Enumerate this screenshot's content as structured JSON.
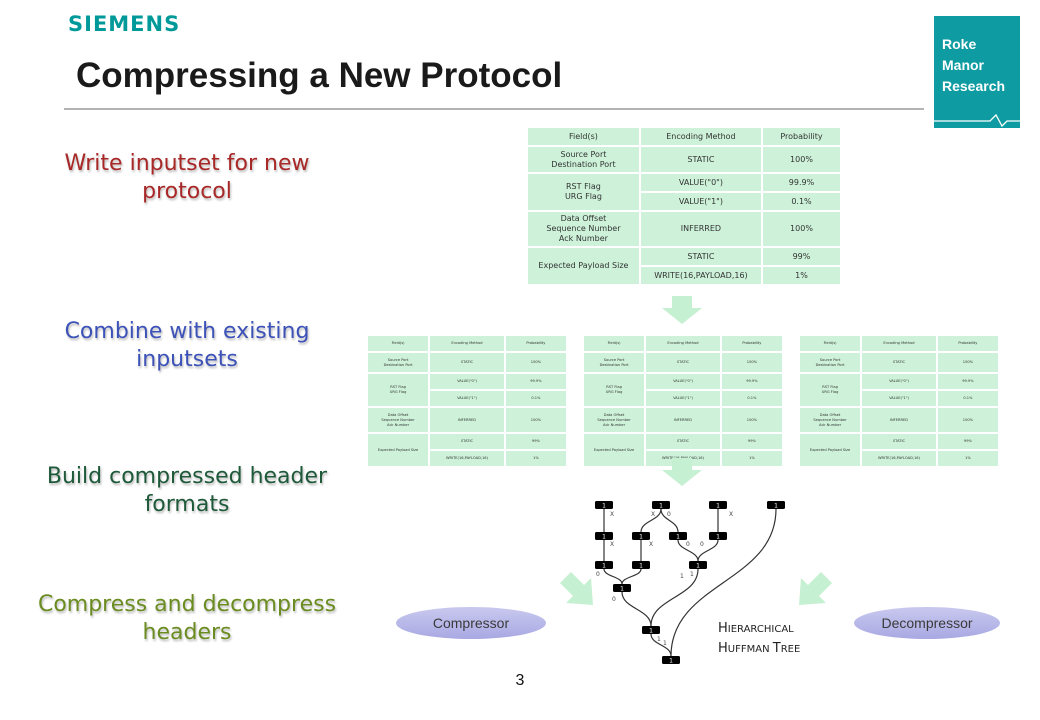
{
  "brand": {
    "logo": "SIEMENS",
    "badge_lines": [
      "Roke",
      "Manor",
      "Research"
    ]
  },
  "slide": {
    "title": "Compressing a New Protocol",
    "page_number": "3"
  },
  "steps": [
    "Write inputset for new protocol",
    "Combine with existing inputsets",
    "Build compressed header formats",
    "Compress and decompress headers"
  ],
  "inputset": {
    "headers": [
      "Field(s)",
      "Encoding Method",
      "Probability"
    ],
    "groups": [
      {
        "fields": [
          "Source Port",
          "Destination Port"
        ],
        "rows": [
          [
            "STATIC",
            "100%"
          ]
        ]
      },
      {
        "fields": [
          "RST Flag",
          "URG Flag"
        ],
        "rows": [
          [
            "VALUE(\"0\")",
            "99.9%"
          ],
          [
            "VALUE(\"1\")",
            "0.1%"
          ]
        ]
      },
      {
        "fields": [
          "Data Offset",
          "Sequence Number",
          "Ack Number"
        ],
        "rows": [
          [
            "INFERRED",
            "100%"
          ]
        ]
      },
      {
        "fields": [
          "Expected Payload Size"
        ],
        "rows": [
          [
            "STATIC",
            "99%"
          ],
          [
            "WRITE(16,PAYLOAD,16)",
            "1%"
          ]
        ]
      }
    ]
  },
  "endpoints": {
    "compressor": "Compressor",
    "decompressor": "Decompressor"
  },
  "tree": {
    "label": {
      "line1": [
        "H",
        "IERARCHICAL"
      ],
      "line2": [
        "H",
        "UFFMAN ",
        "T",
        "REE"
      ]
    },
    "node_value": "1",
    "edge_labels": [
      "X",
      "X",
      "X",
      "X",
      "X",
      "0",
      "0",
      "0",
      "0",
      "0",
      "1",
      "1",
      "1",
      "1"
    ]
  },
  "colors": {
    "siemens": "#009999",
    "roke_badge": "#0f9ba2",
    "cell": "#cdf2d9",
    "arrow": "#c6f0d2",
    "pill": "#b5b5e8"
  }
}
